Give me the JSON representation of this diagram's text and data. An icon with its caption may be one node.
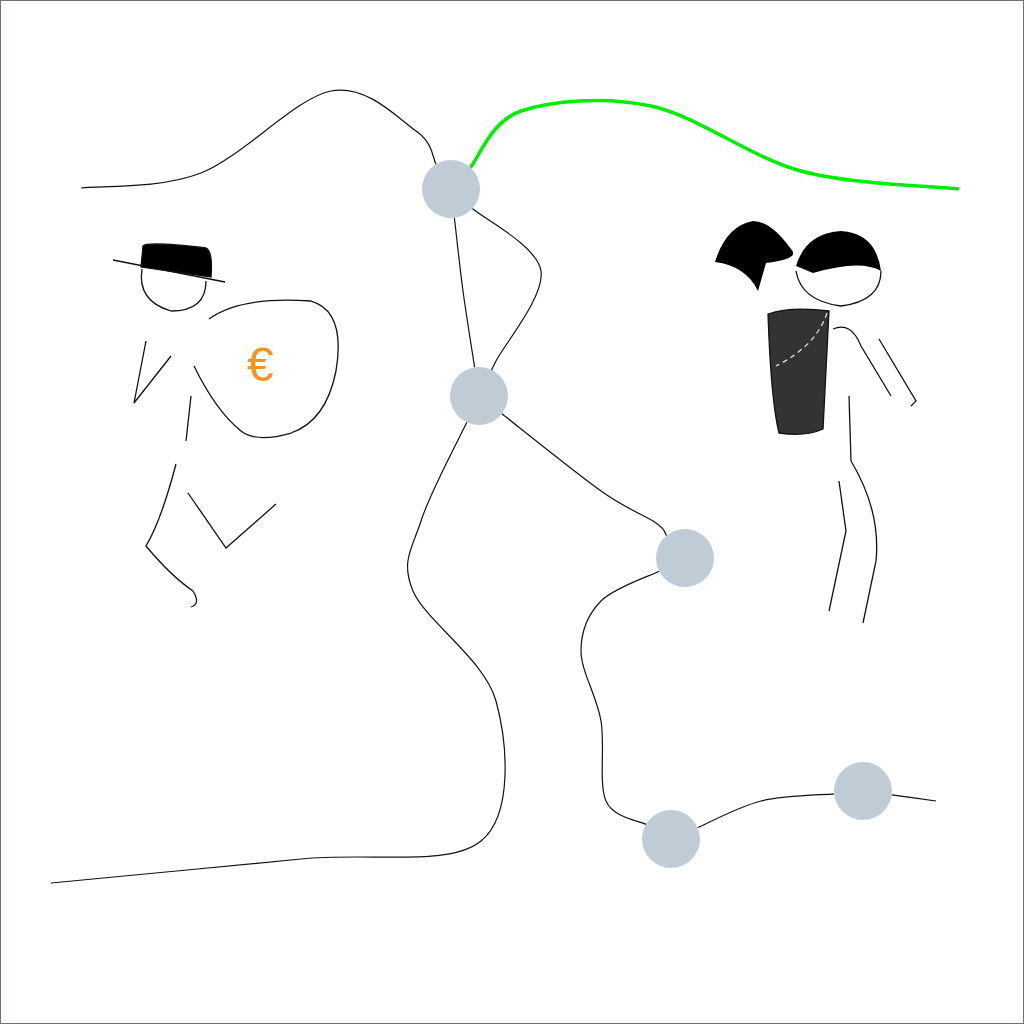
{
  "diagram": {
    "nodes": [
      {
        "text": [],
        "shape": "circle"
      },
      {
        "text": [],
        "shape": "circle"
      },
      {
        "text": [],
        "shape": "circle"
      },
      {
        "text": [],
        "shape": "circle"
      },
      {
        "text": [],
        "shape": "circle"
      }
    ],
    "edges": [
      {
        "from": null,
        "to": 0,
        "arrow": "none"
      },
      {
        "from": 0,
        "to": 1,
        "arrow": "none"
      },
      {
        "from": 0,
        "to": 1,
        "arrow": "none"
      },
      {
        "from": 1,
        "to": null,
        "arrow": "none"
      },
      {
        "from": 1,
        "to": 2,
        "arrow": "none"
      },
      {
        "from": 2,
        "to": 3,
        "arrow": "none"
      },
      {
        "from": 3,
        "to": 4,
        "arrow": "none"
      },
      {
        "from": 4,
        "to": null,
        "arrow": "none"
      },
      {
        "from": 0,
        "to": null,
        "arrow": "none",
        "color": "#00ee00",
        "style": "thick"
      }
    ],
    "labels": [
      "€"
    ]
  }
}
